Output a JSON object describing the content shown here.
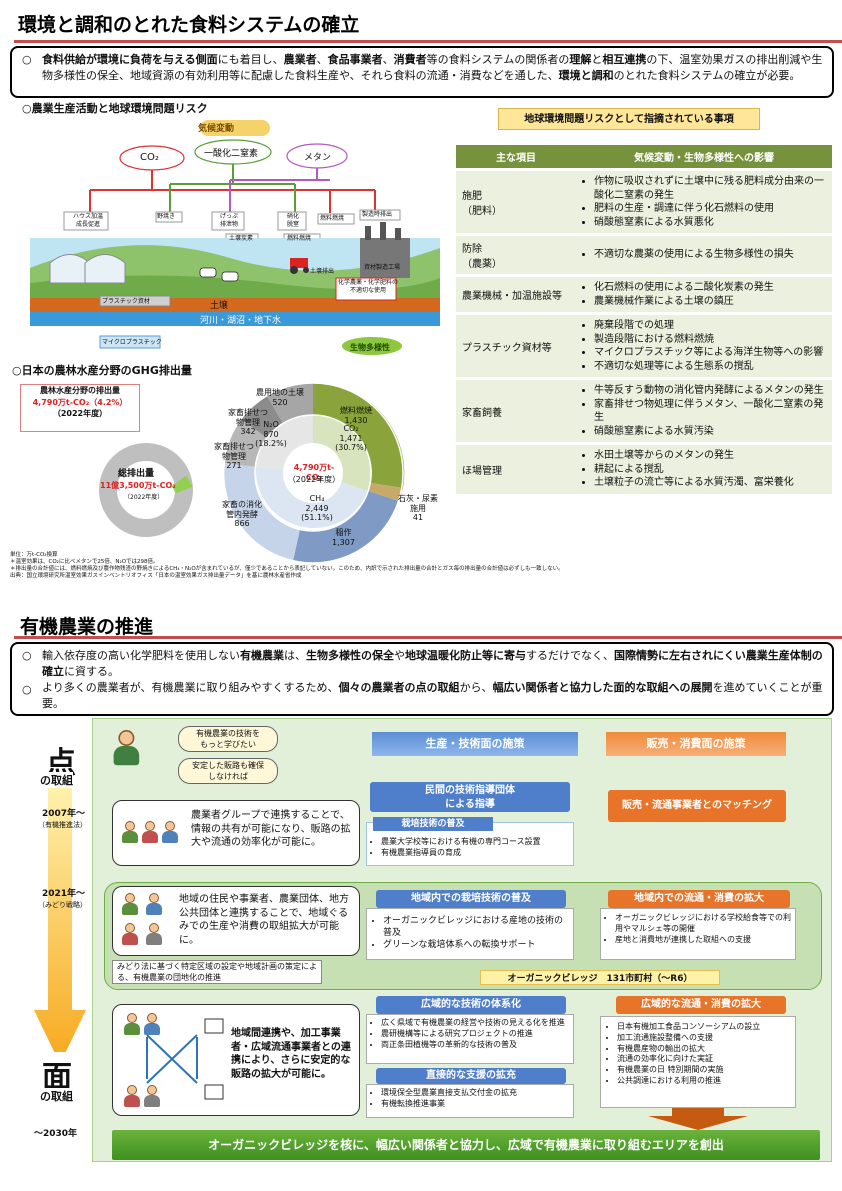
{
  "section1": {
    "title": "環境と調和のとれた食料システムの確立",
    "intro": {
      "bullet": "○",
      "parts": [
        {
          "t": "食料供給が環境に負荷を与える側面",
          "b": true
        },
        {
          "t": "にも着目し、",
          "b": false
        },
        {
          "t": "農業者",
          "b": true
        },
        {
          "t": "、",
          "b": false
        },
        {
          "t": "食品事業者",
          "b": true
        },
        {
          "t": "、",
          "b": false
        },
        {
          "t": "消費者",
          "b": true
        },
        {
          "t": "等の食料システムの関係者の",
          "b": false
        },
        {
          "t": "理解",
          "b": true
        },
        {
          "t": "と",
          "b": false
        },
        {
          "t": "相互連携",
          "b": true
        },
        {
          "t": "の下、温室効果ガスの排出削減や生物多様性の保全、地域資源の有効利用等に配慮した食料生産や、それら食料の流通・消費などを通した、",
          "b": false
        },
        {
          "t": "環境と調和",
          "b": true
        },
        {
          "t": "のとれた食料システムの確立が必要。",
          "b": false
        }
      ]
    },
    "diagram": {
      "subtitle": "○農業生産活動と地球環境問題リスク",
      "climate_label": "気候変動",
      "co2": "CO₂",
      "n2o": "一酸化二窒素",
      "ch4": "メタン",
      "sources": [
        "ハウス加温\n成長促進",
        "野焼き",
        "げっぷ\n排泄物",
        "硝化\n脱窒",
        "燃料燃焼",
        "製造時排出"
      ],
      "mid_labels": [
        "土壌炭素",
        "燃料燃焼"
      ],
      "factory": "資材製造工場",
      "soil_emission": "土壌排出",
      "chem_note": "化学農薬・化学肥料の\n不適切な使用",
      "plastic": "プラスチック資材",
      "soil": "土壌",
      "water": "河川・湖沼・地下水",
      "microplastic": "マイクロプラスチック",
      "biodiversity_label": "生物多様性"
    },
    "ghg": {
      "subtitle": "○日本の農林水産分野のGHG排出量",
      "box_title": "農林水産分野の排出量",
      "box_value": "4,790万t-CO₂（4.2%）",
      "box_year": "（2022年度）",
      "total_label": "総排出量",
      "total_value": "11億3,500万t-CO₂",
      "total_year": "（2022年度）",
      "center_value": "4,790万t-CO₂",
      "center_year": "（2022年度）",
      "slices": [
        {
          "name": "燃料燃焼",
          "value": "1,430"
        },
        {
          "name": "石灰・尿素施用",
          "value": "41"
        },
        {
          "name": "稲作",
          "value": "1,307"
        },
        {
          "name": "家畜の消化\n管内発酵",
          "value": "866"
        },
        {
          "name": "家畜排せつ\n物管理",
          "value": "271"
        },
        {
          "name": "家畜排せつ\n物管理",
          "value": "342"
        },
        {
          "name": "農用地の土壌",
          "value": "520"
        }
      ],
      "co2_inner": "CO₂\n1,471\n(30.7%)",
      "ch4_inner": "CH₄\n2,449\n(51.1%)",
      "n2o_inner": "N₂O\n870\n(18.2%)",
      "notes": [
        "単位：万t-CO₂換算",
        "＊温室効果は、CO₂に比べメタンで25倍、N₂Oでは298倍。",
        "＊排出量の合計値には、燃料燃焼及び農作物残渣の野焼きによるCH₄・N₂Oが含まれているが、僅少であることから表記していない。このため、内訳で示された排出量の合計とガス毎の排出量の合計値は必ずしも一致しない。",
        "出典：国立環境研究所温室効果ガスインベントリオフィス「日本の温室効果ガス排出量データ」を基に農林水産省作成"
      ]
    },
    "table": {
      "header_label": "地球環境問題リスクとして指摘されている事項",
      "col1": "主な項目",
      "col2": "気候変動・生物多様性への影響",
      "rows": [
        {
          "item": "施肥\n（肥料）",
          "effects": [
            "作物に吸収されずに土壌中に残る肥料成分由来の一酸化二窒素の発生",
            "肥料の生産・調達に伴う化石燃料の使用",
            "硝酸態窒素による水質悪化"
          ]
        },
        {
          "item": "防除\n（農薬）",
          "effects": [
            "不適切な農薬の使用による生物多様性の損失"
          ]
        },
        {
          "item": "農業機械・加温施設等",
          "effects": [
            "化石燃料の使用による二酸化炭素の発生",
            "農業機械作業による土壌の鎮圧"
          ]
        },
        {
          "item": "プラスチック資材等",
          "effects": [
            "廃棄段階での処理",
            "製造段階における燃料燃焼",
            "マイクロプラスチック等による海洋生物等への影響",
            "不適切な処理等による生態系の撹乱"
          ]
        },
        {
          "item": "家畜飼養",
          "effects": [
            "牛等反すう動物の消化管内発酵によるメタンの発生",
            "家畜排せつ物処理に伴うメタン、一酸化二窒素の発生",
            "硝酸態窒素による水質汚染"
          ]
        },
        {
          "item": "ほ場管理",
          "effects": [
            "水田土壌等からのメタンの発生",
            "耕起による撹乱",
            "土壌粒子の流亡等による水質汚濁、富栄養化"
          ]
        }
      ]
    }
  },
  "section2": {
    "title": "有機農業の推進",
    "intro1": [
      {
        "t": "輸入依存度の高い化学肥料を使用しない",
        "b": false
      },
      {
        "t": "有機農業",
        "b": true
      },
      {
        "t": "は、",
        "b": false
      },
      {
        "t": "生物多様性の保全",
        "b": true
      },
      {
        "t": "や",
        "b": false
      },
      {
        "t": "地球温暖化防止等に寄与",
        "b": true
      },
      {
        "t": "するだけでなく、",
        "b": false
      },
      {
        "t": "国際情勢に左右されにくい農業生産体制の確立",
        "b": true
      },
      {
        "t": "に資する。",
        "b": false
      }
    ],
    "intro2": [
      {
        "t": "より多くの農業者が、有機農業に取り組みやすくするため、",
        "b": false
      },
      {
        "t": "個々の農業者の点の取組",
        "b": true
      },
      {
        "t": "から、",
        "b": false
      },
      {
        "t": "幅広い関係者と協力した面的な取組への展開",
        "b": true
      },
      {
        "t": "を進めていくことが重要。",
        "b": false
      }
    ],
    "bullet": "○",
    "left_axis": {
      "point_big": "点",
      "point_small": "の取組",
      "year2007": "2007年～",
      "law2007": "（有機推進法）",
      "year2021": "2021年～",
      "law2021": "（みどり戦略）",
      "plane_big": "面",
      "plane_small": "の取組",
      "year2030": "～2030年"
    },
    "farmer_bubbles": [
      "有機農業の技術を\nもっと学びたい",
      "安定した販路も確保\nしなければ"
    ],
    "stage1": "農業者グループで連携することで、情報の共有が可能になり、販路の拡大や流通の効率化が可能に。",
    "stage2": "地域の住民や事業者、農業団体、地方公共団体と連携することで、地域ぐるみでの生産や消費の取組拡大が可能に。",
    "stage2_note": "みどり法に基づく特定区域の設定や地域計画の策定による、有機農業の団地化の推進",
    "stage3": "地域間連携や、加工事業者・広域流通事業者との連携により、さらに安定的な販路の拡大が可能に。",
    "prod_header": "生産・技術面の施策",
    "sales_header": "販売・消費面の施策",
    "prod1_btn": "民間の技術指導団体\nによる指導",
    "prod1_sub": "栽培技術の普及",
    "prod1_items": [
      "農業大学校等における有機の専門コース設置",
      "有機農業指導員の育成"
    ],
    "sales1_btn": "販売・流通事業者とのマッチング",
    "prod2_hdr": "地域内での栽培技術の普及",
    "prod2_items": [
      "オーガニックビレッジにおける産地の技術の普及",
      "グリーンな栽培体系への転換サポート"
    ],
    "sales2_hdr": "地域内での流通・消費の拡大",
    "sales2_items": [
      "オーガニックビレッジにおける学校給食等での利用やマルシェ等の開催",
      "産地と消費地が連携した取組への支援"
    ],
    "organic_village": "オーガニックビレッジ　131市町村（～R6）",
    "prod3_hdr": "広域的な技術の体系化",
    "prod3_items": [
      "広く県域で有機農業の経営や技術の見える化を推進",
      "農研機構等による研究プロジェクトの推進",
      "両正条田植機等の革新的な技術の普及"
    ],
    "prod4_hdr": "直接的な支援の拡充",
    "prod4_items": [
      "環境保全型農業直接支払交付金の拡充",
      "有機転換推進事業"
    ],
    "sales3_hdr": "広域的な流通・消費の拡大",
    "sales3_items": [
      "日本有機加工食品コンソーシアムの設立",
      "加工流通施設整備への支援",
      "有機農産物の輸出の拡大",
      "流通の効率化に向けた実証",
      "有機農業の日 特別期間の実施",
      "公共調達における利用の推進"
    ],
    "bottom_banner": "オーガニックビレッジを核に、幅広い関係者と協力し、広域で有機農業に取り組むエリアを創出"
  }
}
